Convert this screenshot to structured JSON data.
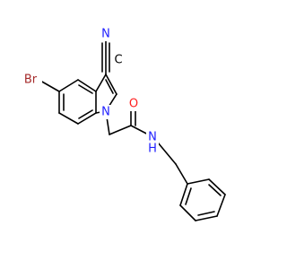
{
  "colors": {
    "bond": "#000000",
    "carbon": "#000000",
    "nitrogen": "#1f1fff",
    "oxygen": "#ff1f1f",
    "bromine": "#a52a2a"
  },
  "atoms": [
    {
      "id": "br",
      "label": "Br",
      "element": "bromine"
    },
    {
      "id": "n_nitrile",
      "label": "N",
      "element": "nitrogen"
    },
    {
      "id": "c_nitrile",
      "label": "C",
      "element": "carbon"
    },
    {
      "id": "n_indole",
      "label": "N",
      "element": "nitrogen"
    },
    {
      "id": "o_carbonyl",
      "label": "O",
      "element": "oxygen"
    },
    {
      "id": "n_amide",
      "label": "N",
      "element": "nitrogen"
    },
    {
      "id": "h_amide",
      "label": "H",
      "element": "nitrogen"
    }
  ]
}
